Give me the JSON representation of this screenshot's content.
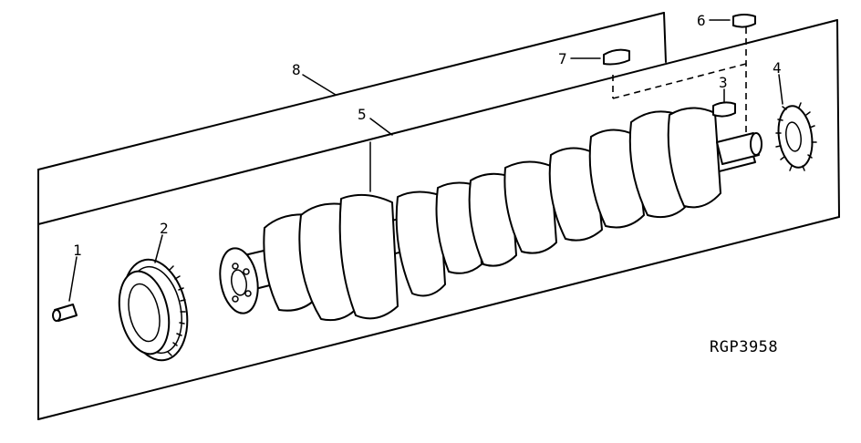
{
  "figure": {
    "id": "RGP3958"
  },
  "callouts": [
    {
      "id": "1",
      "label": "1",
      "part": "pin"
    },
    {
      "id": "2",
      "label": "2",
      "part": "crankshaft-gear"
    },
    {
      "id": "3",
      "label": "3",
      "part": "key"
    },
    {
      "id": "4",
      "label": "4",
      "part": "front-gear"
    },
    {
      "id": "5",
      "label": "5",
      "part": "crankshaft"
    },
    {
      "id": "6",
      "label": "6",
      "part": "key"
    },
    {
      "id": "7",
      "label": "7",
      "part": "key"
    },
    {
      "id": "8",
      "label": "8",
      "part": "crankshaft-assembly-bracket"
    }
  ],
  "colors": {
    "ink": "#000000",
    "paper": "#ffffff"
  }
}
